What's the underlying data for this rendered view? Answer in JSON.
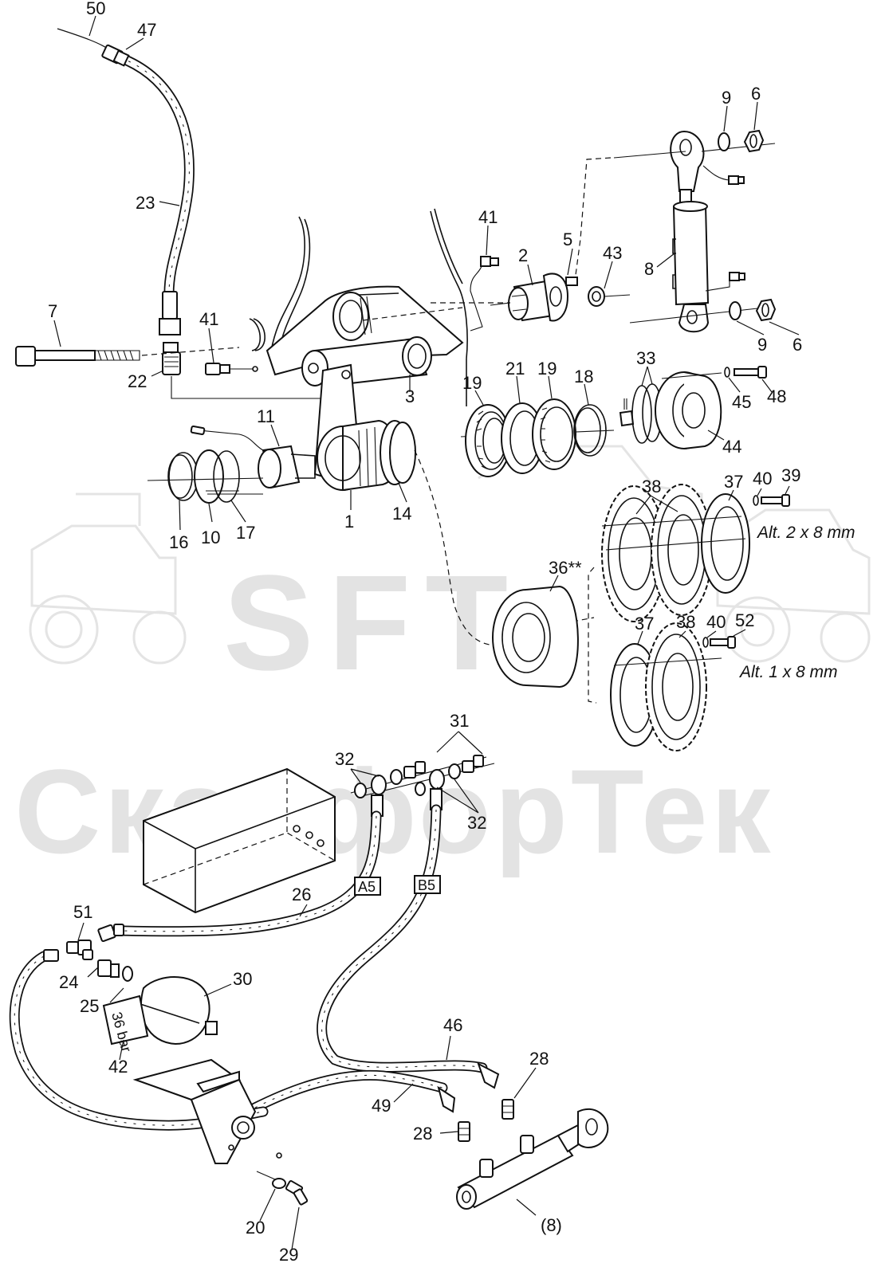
{
  "watermark": {
    "logo": "SFT",
    "brand": "СканфорТек"
  },
  "callouts": [
    {
      "id": "c50",
      "text": "50"
    },
    {
      "id": "c47",
      "text": "47"
    },
    {
      "id": "c23",
      "text": "23"
    },
    {
      "id": "c7",
      "text": "7"
    },
    {
      "id": "c41a",
      "text": "41"
    },
    {
      "id": "c22",
      "text": "22"
    },
    {
      "id": "c11",
      "text": "11"
    },
    {
      "id": "c3",
      "text": "3"
    },
    {
      "id": "c16",
      "text": "16"
    },
    {
      "id": "c10",
      "text": "10"
    },
    {
      "id": "c17",
      "text": "17"
    },
    {
      "id": "c1",
      "text": "1"
    },
    {
      "id": "c14",
      "text": "14"
    },
    {
      "id": "c41b",
      "text": "41"
    },
    {
      "id": "c2",
      "text": "2"
    },
    {
      "id": "c5",
      "text": "5"
    },
    {
      "id": "c43",
      "text": "43"
    },
    {
      "id": "c9a",
      "text": "9"
    },
    {
      "id": "c6a",
      "text": "6"
    },
    {
      "id": "c8",
      "text": "8"
    },
    {
      "id": "c9b",
      "text": "9"
    },
    {
      "id": "c6b",
      "text": "6"
    },
    {
      "id": "c19a",
      "text": "19"
    },
    {
      "id": "c21",
      "text": "21"
    },
    {
      "id": "c19b",
      "text": "19"
    },
    {
      "id": "c18",
      "text": "18"
    },
    {
      "id": "c33",
      "text": "33"
    },
    {
      "id": "c45",
      "text": "45"
    },
    {
      "id": "c48",
      "text": "48"
    },
    {
      "id": "c44",
      "text": "44"
    },
    {
      "id": "c38a",
      "text": "38"
    },
    {
      "id": "c37a",
      "text": "37"
    },
    {
      "id": "c40a",
      "text": "40"
    },
    {
      "id": "c39",
      "text": "39"
    },
    {
      "id": "c36",
      "text": "36**"
    },
    {
      "id": "c37b",
      "text": "37"
    },
    {
      "id": "c38b",
      "text": "38"
    },
    {
      "id": "c40b",
      "text": "40"
    },
    {
      "id": "c52",
      "text": "52"
    },
    {
      "id": "c31",
      "text": "31"
    },
    {
      "id": "c32a",
      "text": "32"
    },
    {
      "id": "c32b",
      "text": "32"
    },
    {
      "id": "c26",
      "text": "26"
    },
    {
      "id": "c51",
      "text": "51"
    },
    {
      "id": "c24",
      "text": "24"
    },
    {
      "id": "c25",
      "text": "25"
    },
    {
      "id": "c30",
      "text": "30"
    },
    {
      "id": "c42",
      "text": "42"
    },
    {
      "id": "c46",
      "text": "46"
    },
    {
      "id": "c28a",
      "text": "28"
    },
    {
      "id": "c49",
      "text": "49"
    },
    {
      "id": "c28b",
      "text": "28"
    },
    {
      "id": "c8p",
      "text": "(8)"
    },
    {
      "id": "c20",
      "text": "20"
    },
    {
      "id": "c29",
      "text": "29"
    }
  ],
  "notes": {
    "alt2": "Alt. 2 x 8 mm",
    "alt1": "Alt. 1 x 8 mm"
  },
  "hose_tags": {
    "a5": "A5",
    "b5": "B5"
  },
  "pressure_label": "36 bar"
}
